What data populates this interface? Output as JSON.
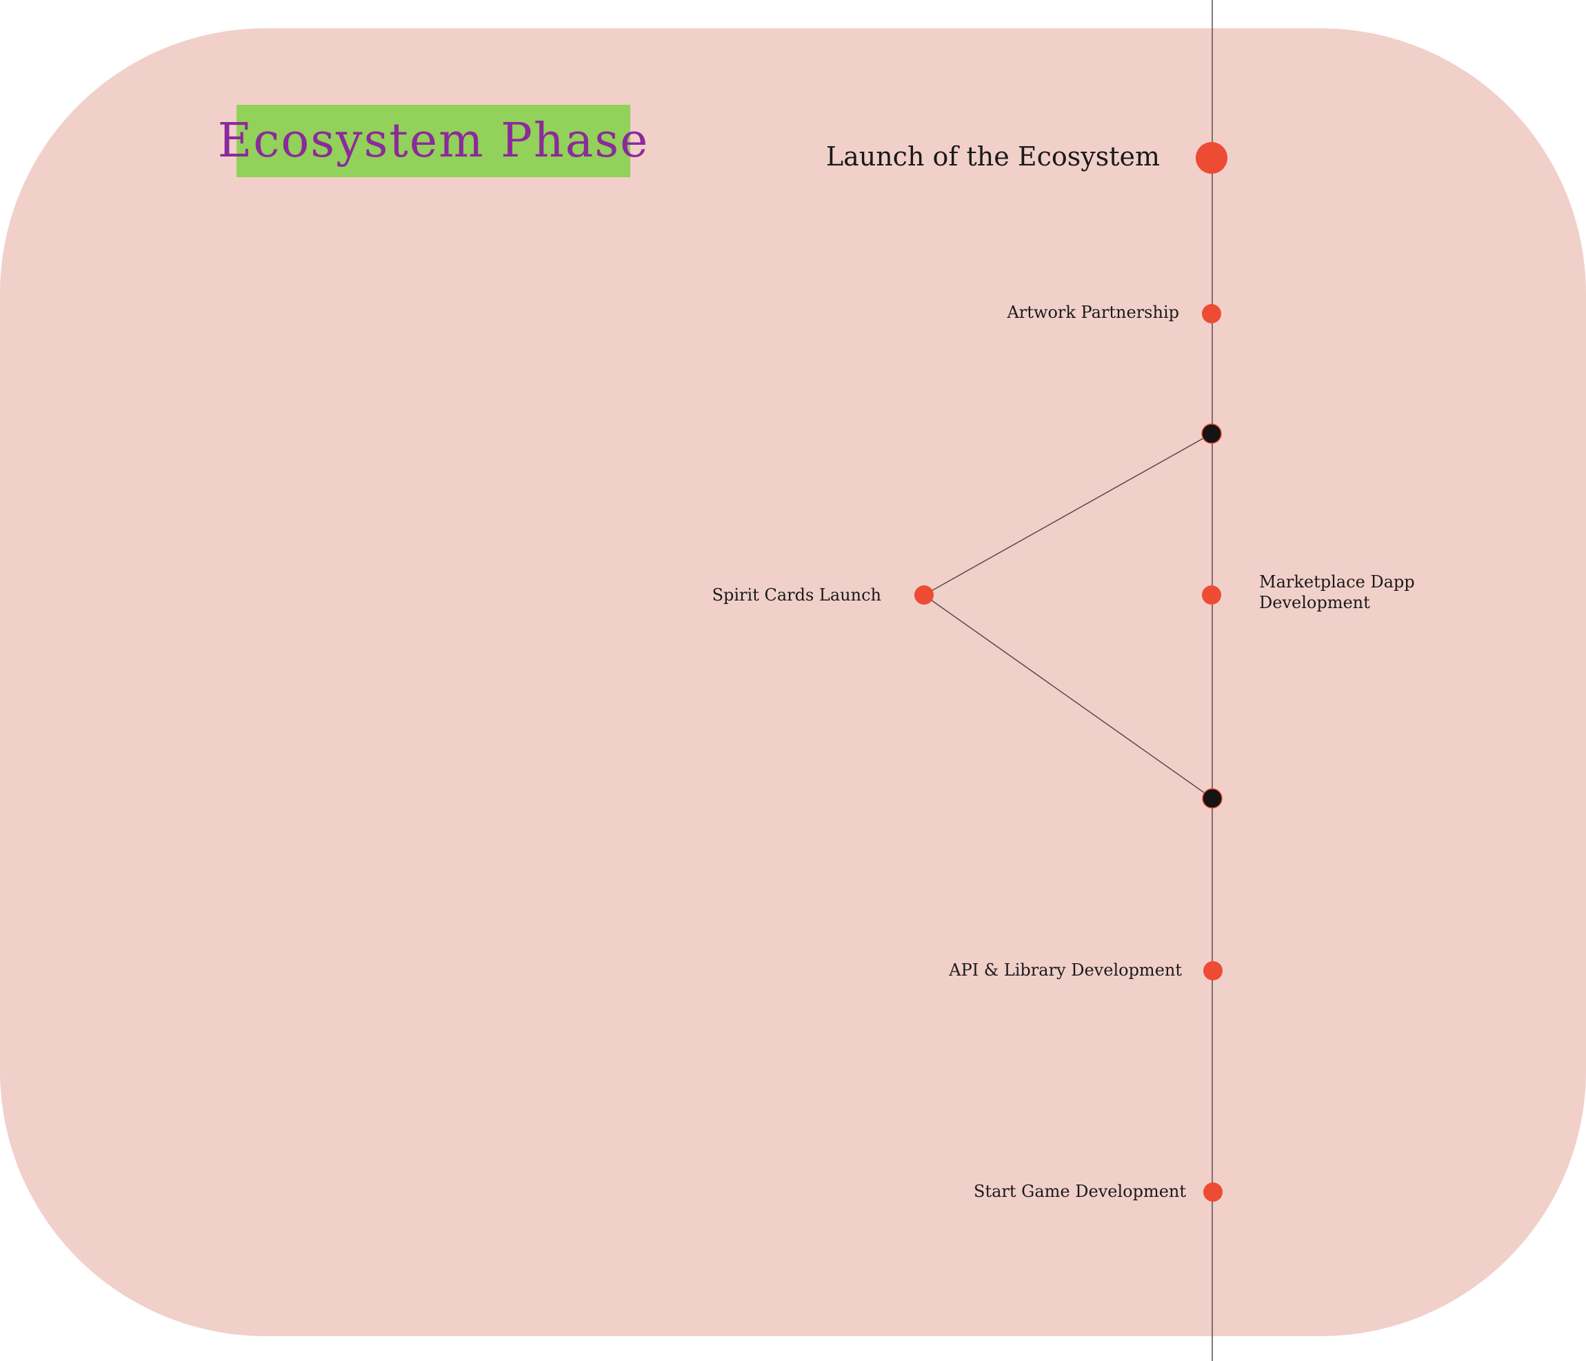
{
  "colors": {
    "panel": "#f1d0ca",
    "title_bg": "#92d15a",
    "title_text": "#8b2a9b",
    "line": "#5a4a4a",
    "node_red": "#ee4b34",
    "node_black": "#141414",
    "text": "#1a1a1a"
  },
  "title": "Ecosystem Phase",
  "milestones": {
    "launch": "Launch of the Ecosystem",
    "artwork": "Artwork Partnership",
    "spirit_cards": "Spirit Cards Launch",
    "marketplace_line1": "Marketplace Dapp",
    "marketplace_line2": "Development",
    "api": "API & Library Development",
    "game": "Start Game Development"
  }
}
